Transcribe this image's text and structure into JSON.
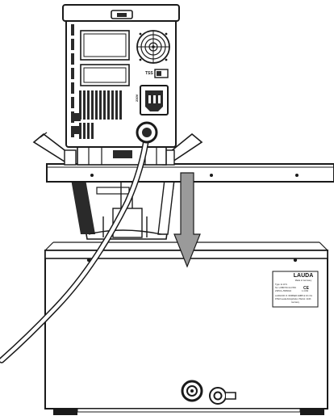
{
  "figure": {
    "device_labels": {
      "interface_label": "TSS",
      "voltage_label": "230V"
    },
    "nameplate": {
      "brand": "LAUDA",
      "made_in": "Made in Germany",
      "type_line": "Type: E 10 S",
      "serial_line": "SL: LCB0720-12-0749",
      "power_line": "230V/1~/50/60Hz",
      "rating_line": "1.4 kW",
      "maker_line": "LAUDA DR. R. WOBSER GMBH & CO. KG",
      "address_line": "97922 Lauda-Königshofen, Pfarrstr. 41/43",
      "country_line": "Germany",
      "marks": "CE"
    },
    "arrow": {
      "direction": "down",
      "color": "#9a9a9a"
    },
    "colors": {
      "outline": "#1a1a1a",
      "body_fill": "#ffffff",
      "grille_fill": "#2a2a2a",
      "arrow_fill": "#9a9a9a"
    }
  }
}
